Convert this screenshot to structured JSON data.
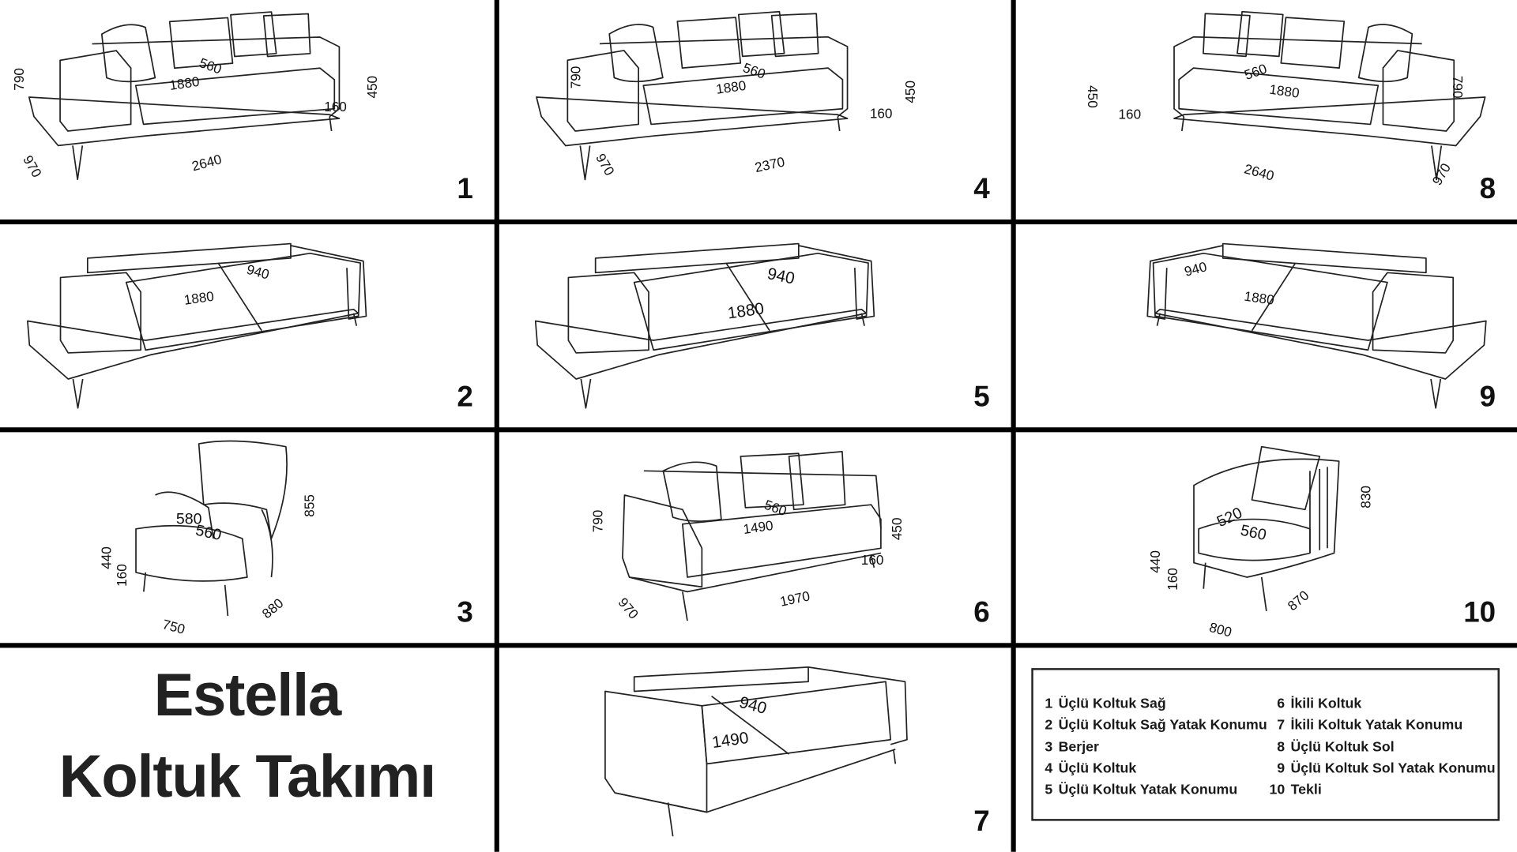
{
  "title": {
    "line1": "Estella",
    "line2": "Koltuk Takımı"
  },
  "cells": [
    {
      "number": "1",
      "kind": "sofa-right",
      "dims": {
        "height": "790",
        "depth_seat": "560",
        "seat_width": "1880",
        "arm_height": "450",
        "leg_height": "160",
        "depth": "970",
        "width": "2640"
      }
    },
    {
      "number": "2",
      "kind": "bed-right",
      "dims": {
        "bed_depth": "940",
        "bed_width": "1880"
      }
    },
    {
      "number": "3",
      "kind": "berjer",
      "dims": {
        "seat_depth": "580",
        "seat_width": "560",
        "seat_height": "440",
        "leg_height": "160",
        "height": "855",
        "width": "750",
        "depth": "880"
      }
    },
    {
      "number": "4",
      "kind": "sofa",
      "dims": {
        "height": "790",
        "depth_seat": "560",
        "seat_width": "1880",
        "arm_height": "450",
        "leg_height": "160",
        "depth": "970",
        "width": "2370"
      }
    },
    {
      "number": "5",
      "kind": "bed",
      "dims": {
        "bed_depth": "940",
        "bed_width": "1880"
      }
    },
    {
      "number": "6",
      "kind": "sofa2",
      "dims": {
        "height": "790",
        "depth_seat": "560",
        "seat_width": "1490",
        "arm_height": "450",
        "leg_height": "160",
        "depth": "970",
        "width": "1970"
      }
    },
    {
      "number": "7",
      "kind": "bed2",
      "dims": {
        "bed_depth": "940",
        "bed_width": "1490"
      }
    },
    {
      "number": "8",
      "kind": "sofa-left",
      "dims": {
        "arm_height": "450",
        "leg_height": "160",
        "depth_seat": "560",
        "seat_width": "1880",
        "height": "790",
        "width": "2640",
        "depth": "970"
      }
    },
    {
      "number": "9",
      "kind": "bed-left",
      "dims": {
        "bed_depth": "940",
        "bed_width": "1880"
      }
    },
    {
      "number": "10",
      "kind": "tekli",
      "dims": {
        "seat_depth": "520",
        "seat_width": "560",
        "seat_height": "440",
        "leg_height": "160",
        "height": "830",
        "width": "800",
        "depth": "870"
      }
    }
  ],
  "legend": [
    {
      "n": "1",
      "label": "Üçlü Koltuk Sağ"
    },
    {
      "n": "2",
      "label": "Üçlü Koltuk Sağ Yatak Konumu"
    },
    {
      "n": "3",
      "label": "Berjer"
    },
    {
      "n": "4",
      "label": "Üçlü Koltuk"
    },
    {
      "n": "5",
      "label": "Üçlü Koltuk Yatak Konumu"
    },
    {
      "n": "6",
      "label": "İkili Koltuk"
    },
    {
      "n": "7",
      "label": "İkili Koltuk Yatak Konumu"
    },
    {
      "n": "8",
      "label": "Üçlü Koltuk Sol"
    },
    {
      "n": "9",
      "label": "Üçlü Koltuk Sol Yatak Konumu"
    },
    {
      "n": "10",
      "label": "Tekli"
    }
  ]
}
